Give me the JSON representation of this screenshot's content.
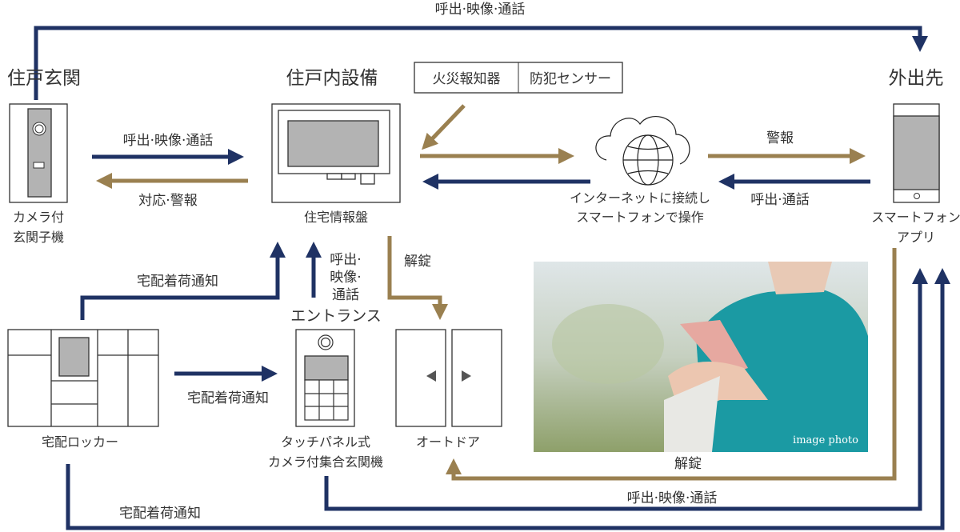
{
  "top_link": {
    "label": "呼出·映像·通話"
  },
  "sections": {
    "entrance": "住戸玄関",
    "indoor": "住戸内設備",
    "outside": "外出先"
  },
  "sensors": {
    "fire": "火災報知器",
    "security": "防犯センサー"
  },
  "door_station": {
    "line1": "カメラ付",
    "line2": "玄関子機"
  },
  "door_to_monitor": {
    "label": "呼出·映像·通話"
  },
  "monitor_to_door": {
    "label": "対応·警報"
  },
  "monitor": {
    "label": "住宅情報盤"
  },
  "cloud": {
    "line1": "インターネットに接続し",
    "line2": "スマートフォンで操作"
  },
  "cloud_to_phone": {
    "label": "警報"
  },
  "phone_to_cloud": {
    "label": "呼出·通話"
  },
  "phone": {
    "line1": "スマートフォン",
    "line2": "アプリ"
  },
  "locker_to_monitor": {
    "label": "宅配着荷通知"
  },
  "entrance_to_monitor": {
    "line1": "呼出·",
    "line2": "映像·",
    "line3": "通話"
  },
  "entrance_label": "エントランス",
  "monitor_to_door_unlock": {
    "label": "解錠"
  },
  "locker_to_panel": {
    "label": "宅配着荷通知"
  },
  "locker": {
    "label": "宅配ロッカー"
  },
  "panel": {
    "line1": "タッチパネル式",
    "line2": "カメラ付集合玄関機"
  },
  "auto_door": {
    "label": "オートドア"
  },
  "photo": {
    "caption": "image photo"
  },
  "phone_unlock": {
    "label": "解錠"
  },
  "panel_to_phone": {
    "label": "呼出·映像·通話"
  },
  "locker_to_phone": {
    "label": "宅配着荷通知"
  },
  "colors": {
    "navy": "#1f3264",
    "gold": "#9a8050"
  }
}
